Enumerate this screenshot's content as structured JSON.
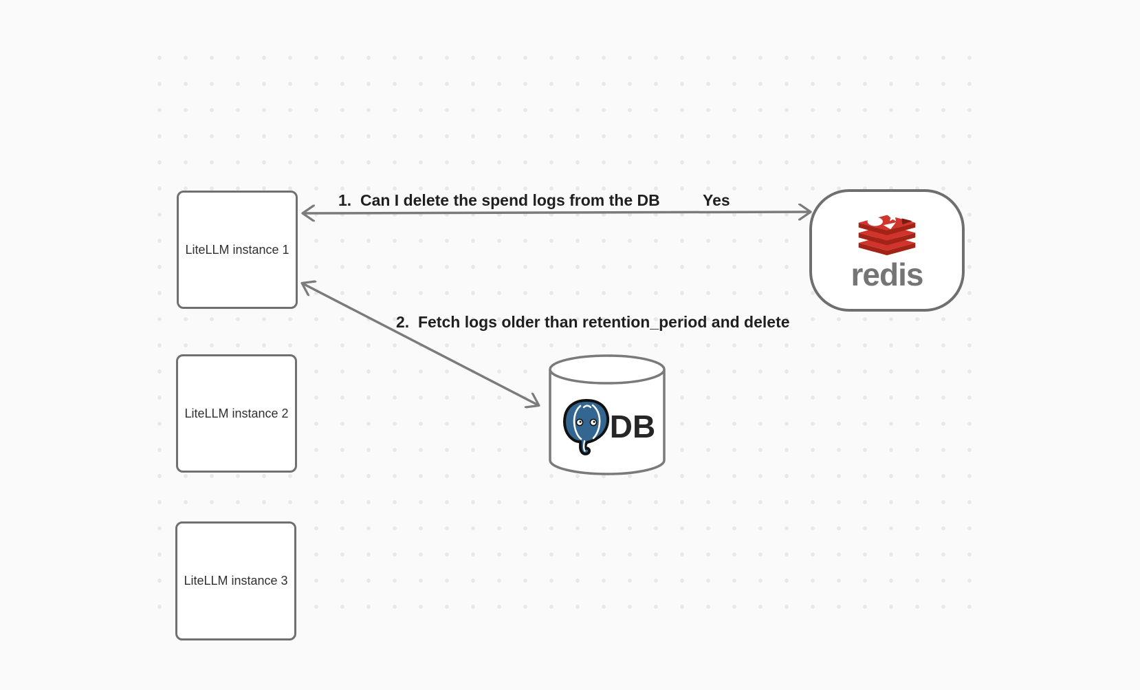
{
  "diagram": {
    "background_color": "#fafafa",
    "grid_dot_color": "#e8e8e8",
    "node_stroke_color": "#6f6f6f",
    "arrow_color": "#7b7b7b",
    "label_color": "#1f1f1f",
    "nodes": [
      {
        "id": "litellm-instance-1",
        "label": "LiteLLM instance 1",
        "shape": "rectangle"
      },
      {
        "id": "litellm-instance-2",
        "label": "LiteLLM instance 2",
        "shape": "rectangle"
      },
      {
        "id": "litellm-instance-3",
        "label": "LiteLLM instance 3",
        "shape": "rectangle"
      },
      {
        "id": "redis",
        "label": "redis",
        "shape": "rounded-rectangle",
        "icon": "redis-stack-icon",
        "icon_colors": {
          "red": "#d0342c",
          "dark_red": "#a32317",
          "shadow_red": "#7c1a10",
          "wordmark_gray": "#757575"
        }
      },
      {
        "id": "postgres-db",
        "label": "DB",
        "shape": "cylinder",
        "icon": "postgresql-elephant-icon",
        "icon_colors": {
          "blue": "#336791",
          "outline": "#111111"
        }
      }
    ],
    "edges": [
      {
        "id": "edge-1",
        "from": "litellm-instance-1",
        "to": "redis",
        "arrows": "both",
        "label": "1.  Can I delete the spend logs from the DB",
        "response_label": "Yes"
      },
      {
        "id": "edge-2",
        "from": "litellm-instance-1",
        "to": "postgres-db",
        "arrows": "both",
        "label": "2.  Fetch logs older than retention_period and delete"
      }
    ]
  }
}
